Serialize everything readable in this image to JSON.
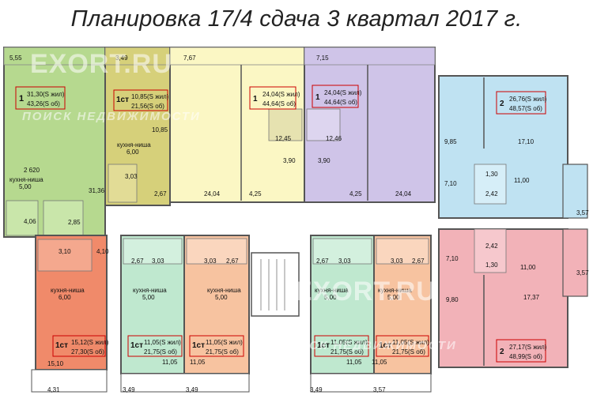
{
  "title": "Планировка 17/4 сдача 3 квартал 2017 г.",
  "watermark": {
    "brand": "EXORT.RU",
    "subtitle": "ПОИСК НЕДВИЖИМОСТИ"
  },
  "colors": {
    "green": "#b6d98f",
    "olive": "#d6d07a",
    "yellow": "#fbf7c4",
    "lavender": "#cfc4e8",
    "blue": "#bfe2f2",
    "pink": "#f2b2b8",
    "red": "#f08a6a",
    "orange": "#f7c3a0",
    "mint": "#bfe8cf",
    "wall": "#555555",
    "corridor": "#ffffff"
  },
  "apartments": [
    {
      "type": "1",
      "area_living": "31,30(S жил)",
      "area_total": "43,26(S об)"
    },
    {
      "type": "1ст",
      "area_living": "10,85(S жил)",
      "area_total": "21,56(S об)"
    },
    {
      "type": "1",
      "area_living": "24,04(S жил)",
      "area_total": "44,64(S об)"
    },
    {
      "type": "1",
      "area_living": "24,04(S жил)",
      "area_total": "44,64(S об)"
    },
    {
      "type": "2",
      "area_living": "26,76(S жил)",
      "area_total": "48,57(S об)"
    },
    {
      "type": "1ст",
      "area_living": "15,12(S жил)",
      "area_total": "27,30(S об)"
    },
    {
      "type": "1ст",
      "area_living": "11,05(S жил)",
      "area_total": "21,75(S об)"
    },
    {
      "type": "1ст",
      "area_living": "11,05(S жил)",
      "area_total": "21,75(S об)"
    },
    {
      "type": "1ст",
      "area_living": "11,05(S жил)",
      "area_total": "21,75(S об)"
    },
    {
      "type": "1ст",
      "area_living": "11,05(S жил)",
      "area_total": "21,75(S об)"
    },
    {
      "type": "2",
      "area_living": "27,17(S жил)",
      "area_total": "48,99(S об)"
    }
  ],
  "room_labels": {
    "kitchen_niche": "кухня-ниша",
    "kitchen_niche_area_5": "5,00",
    "kitchen_niche_area_6": "6,00"
  },
  "dimensions": {
    "d555": "5,55",
    "d349a": "3,49",
    "d767": "7,67",
    "d715": "7,15",
    "d1085": "10,85",
    "d2620": "2 620",
    "d500": "5,00",
    "d3136": "31,36",
    "d406": "4,06",
    "d285": "2,85",
    "d303a": "3,03",
    "d267a": "2,67",
    "d2404a": "24,04",
    "d1245a": "12,45",
    "d1245b": "12,46",
    "d390a": "3,90",
    "d390b": "3,90",
    "d425a": "4,25",
    "d425b": "4,25",
    "d2404b": "24,04",
    "d985": "9,85",
    "d1710": "17,10",
    "d710a": "7,10",
    "d130a": "1,30",
    "d242a": "2,42",
    "d1100a": "11,00",
    "d357a": "3,57",
    "d310": "3,10",
    "d410": "4,10",
    "d1510": "15,10",
    "d431": "4,31",
    "d267b": "2,67",
    "d303b": "3,03",
    "d303c": "3,03",
    "d267c": "2,67",
    "d1105a": "11,05",
    "d1105b": "11,05",
    "d349b": "3,49",
    "d349c": "3,49",
    "d267d": "2,67",
    "d303d": "3,03",
    "d303e": "3,03",
    "d267e": "2,67",
    "d1105c": "11,05",
    "d1105d": "11,05",
    "d349d": "3,49",
    "d357b": "3,57",
    "d242b": "2,42",
    "d130b": "1,30",
    "d710b": "7,10",
    "d1100b": "11,00",
    "d980": "9,80",
    "d1737": "17,37",
    "d357c": "3,57"
  }
}
